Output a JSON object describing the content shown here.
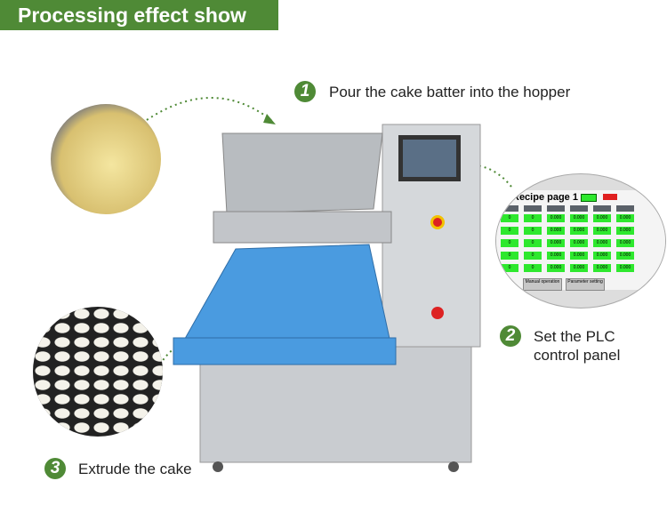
{
  "header": {
    "title": "Processing effect show"
  },
  "steps": [
    {
      "number": "1",
      "text": "Pour the cake batter into the hopper"
    },
    {
      "number": "2",
      "text_line1": "Set the PLC",
      "text_line2": "control panel"
    },
    {
      "number": "3",
      "text": "Extrude the cake"
    }
  ],
  "plc_screen": {
    "title": "Recipe page 1",
    "cell_value_int": "0",
    "cell_value_dec": "0.000",
    "buttons": [
      "Manual operation",
      "Parameter setting"
    ]
  },
  "colors": {
    "brand_green": "#4f8a36",
    "belt_blue": "#4a9be0",
    "plc_green": "#2ee82e"
  }
}
